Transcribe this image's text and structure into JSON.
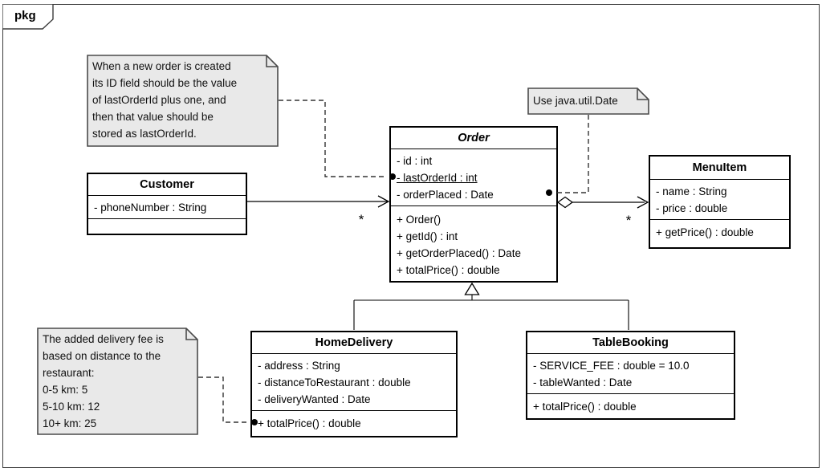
{
  "frame": {
    "tag": "pkg"
  },
  "notes": {
    "last_order_id": {
      "lines": [
        "When a new order is created",
        "its ID field should be the value",
        "of lastOrderId plus one, and",
        "then that value should be",
        "stored as lastOrderId."
      ]
    },
    "java_util_date": {
      "text": "Use java.util.Date"
    },
    "delivery_fee": {
      "lines": [
        "The added delivery fee is",
        "based on distance to the",
        "restaurant:",
        "0-5 km: 5",
        "5-10 km: 12",
        "10+ km: 25"
      ]
    }
  },
  "classes": {
    "customer": {
      "name": "Customer",
      "attributes": [
        "- phoneNumber : String"
      ],
      "methods": []
    },
    "order": {
      "name": "Order",
      "abstract": true,
      "attributes": [
        "- id : int",
        "- lastOrderId : int",
        "- orderPlaced : Date"
      ],
      "static_attribute": "lastOrderId",
      "methods": [
        "+ Order()",
        "+ getId() : int",
        "+ getOrderPlaced() : Date",
        "+ totalPrice() : double"
      ]
    },
    "menu_item": {
      "name": "MenuItem",
      "attributes": [
        "- name : String",
        "- price : double"
      ],
      "methods": [
        "+ getPrice() : double"
      ]
    },
    "home_delivery": {
      "name": "HomeDelivery",
      "attributes": [
        "- address : String",
        "- distanceToRestaurant : double",
        "- deliveryWanted : Date"
      ],
      "methods": [
        "+ totalPrice() : double"
      ]
    },
    "table_booking": {
      "name": "TableBooking",
      "attributes": [
        "- SERVICE_FEE : double = 10.0",
        "- tableWanted : Date"
      ],
      "methods": [
        "+ totalPrice() : double"
      ]
    }
  },
  "relations": {
    "customer_order": {
      "type": "association",
      "source": "Customer",
      "target": "Order",
      "target_multiplicity": "*"
    },
    "order_menu_item": {
      "type": "aggregation",
      "source": "Order",
      "target": "MenuItem",
      "target_multiplicity": "*"
    },
    "home_delivery_order": {
      "type": "generalization",
      "source": "HomeDelivery",
      "target": "Order"
    },
    "table_booking_order": {
      "type": "generalization",
      "source": "TableBooking",
      "target": "Order"
    }
  },
  "colors": {
    "note_fill": "#e9e9e9",
    "note_border": "#4a4a4a",
    "class_border": "#000000",
    "class_fill": "#ffffff",
    "edge": "#000000"
  }
}
